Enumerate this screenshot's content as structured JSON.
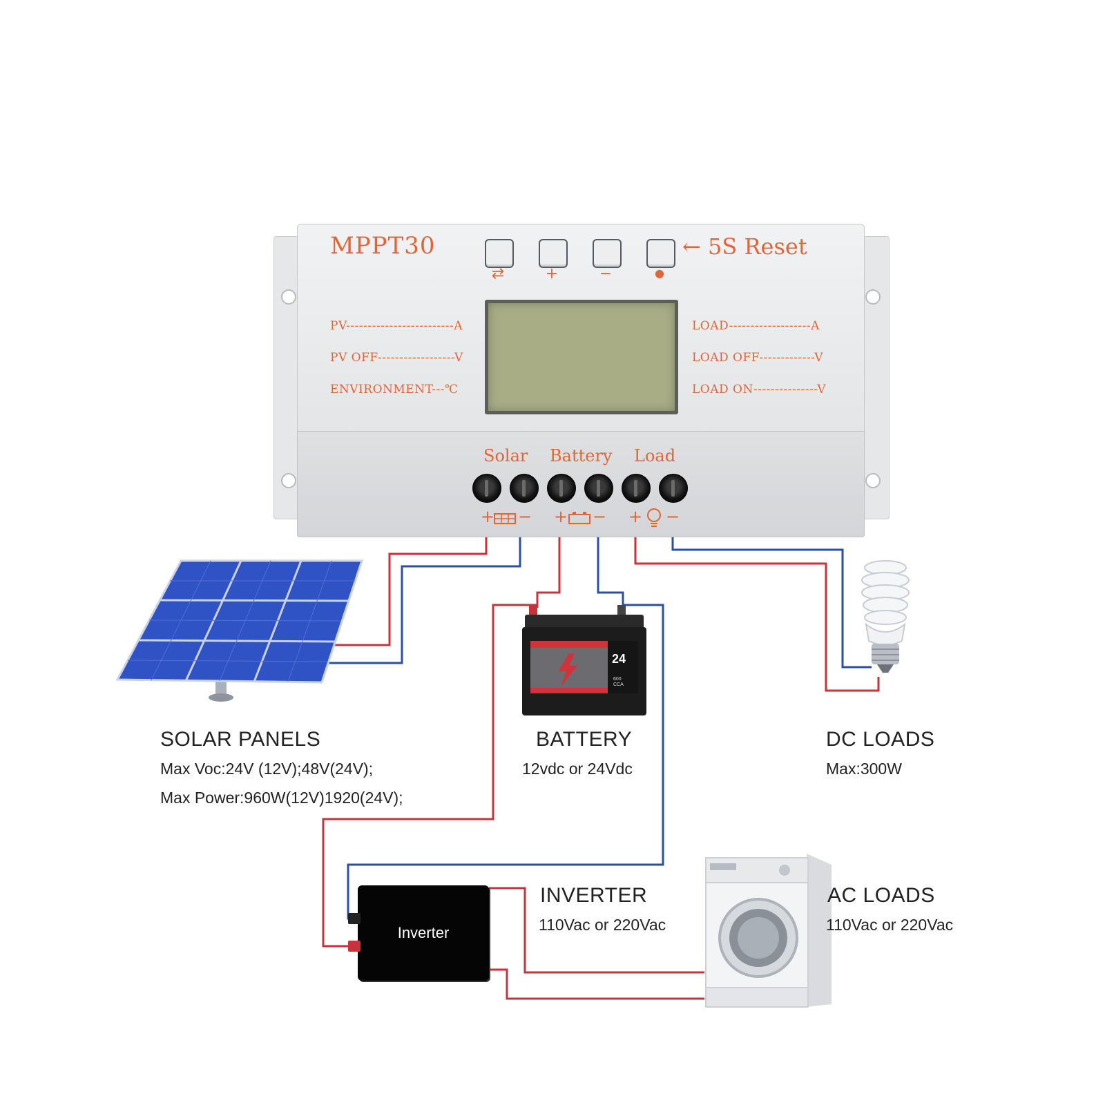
{
  "controller": {
    "model": "MPPT30",
    "reset_label": "← 5S Reset",
    "button_symbols": [
      "⇄",
      "+",
      "−",
      "●"
    ],
    "left_labels": [
      "PV-------------------------A",
      "PV OFF------------------V",
      "ENVIRONMENT---℃"
    ],
    "right_labels": [
      "LOAD-------------------A",
      "LOAD OFF-------------V",
      "LOAD ON---------------V"
    ],
    "terminal_groups": [
      "Solar",
      "Battery",
      "Load"
    ],
    "polarity": {
      "plus": "+",
      "minus": "−"
    }
  },
  "solar": {
    "title": "SOLAR PANELS",
    "lines": [
      "Max Voc:24V   (12V);48V(24V);",
      "Max Power:960W(12V)1920(24V);"
    ]
  },
  "battery": {
    "title": "BATTERY",
    "lines": [
      "12vdc or 24Vdc"
    ],
    "badge": "24",
    "cca": "600\nCCA"
  },
  "dc_loads": {
    "title": "DC LOADS",
    "lines": [
      "Max:300W"
    ]
  },
  "inverter": {
    "title": "INVERTER",
    "lines": [
      "110Vac or 220Vac"
    ],
    "device_label": "Inverter"
  },
  "ac_loads": {
    "title": "AC LOADS",
    "lines": [
      "110Vac or 220Vac"
    ]
  },
  "colors": {
    "positive_wire": "#c8323a",
    "negative_wire": "#2a4fa8",
    "label_orange": "#e0663a",
    "panel_blue": "#2f52c4"
  }
}
